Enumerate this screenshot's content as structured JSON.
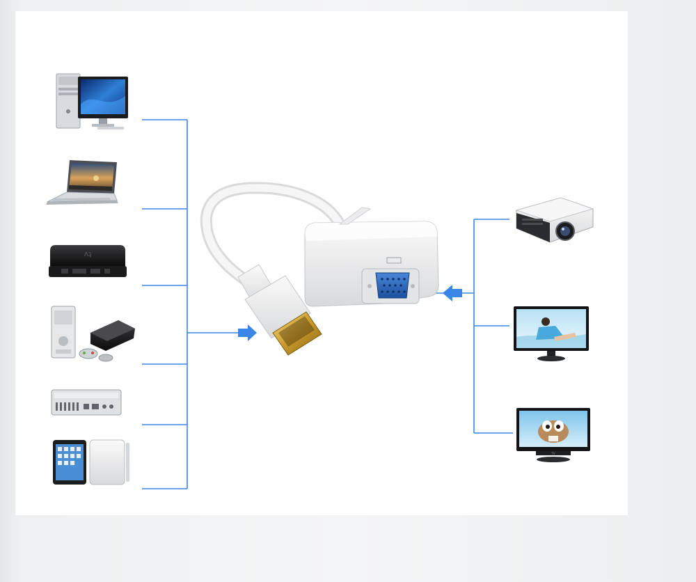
{
  "diagram": {
    "accent_color": "#3a86e6",
    "sources": [
      {
        "id": "desktop-pc",
        "icon": "desktop-computer-icon"
      },
      {
        "id": "laptop",
        "icon": "laptop-icon"
      },
      {
        "id": "media-box",
        "icon": "apple-tv-icon"
      },
      {
        "id": "game-consoles",
        "icon": "game-console-icon"
      },
      {
        "id": "av-receiver",
        "icon": "receiver-icon"
      },
      {
        "id": "tablets",
        "icon": "tablet-icon"
      }
    ],
    "adapter": {
      "input": "HDMI",
      "output": "VGA",
      "icon": "hdmi-to-vga-adapter-icon"
    },
    "displays": [
      {
        "id": "projector",
        "icon": "projector-icon"
      },
      {
        "id": "monitor",
        "icon": "monitor-icon"
      },
      {
        "id": "tv",
        "icon": "tv-icon"
      }
    ],
    "media_box_label": "tv",
    "tv_brand": "TV"
  }
}
